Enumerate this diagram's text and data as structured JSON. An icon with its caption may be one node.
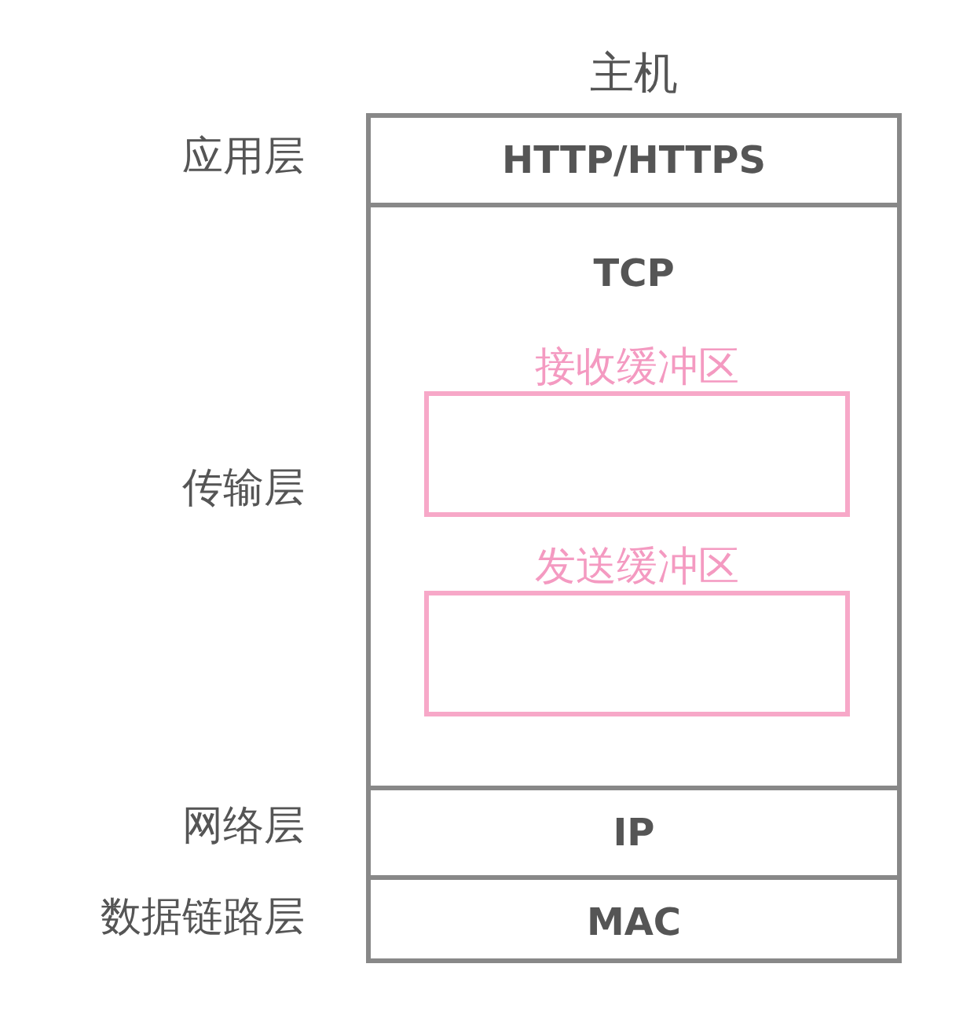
{
  "diagram": {
    "nodes": [
      {
        "text": [
          "主机"
        ]
      },
      {
        "text": [
          "HTTP/HTTPS"
        ],
        "in": 0
      },
      {
        "text": [
          "TCP"
        ],
        "in": 0
      },
      {
        "text": [
          "接收缓冲区"
        ],
        "in": 2
      },
      {
        "text": [
          "发送缓冲区"
        ],
        "in": 2
      },
      {
        "text": [
          "IP"
        ],
        "in": 0
      },
      {
        "text": [
          "MAC"
        ],
        "in": 0
      }
    ],
    "labels": [
      "应用层",
      "传输层",
      "网络层",
      "数据链路层"
    ]
  }
}
